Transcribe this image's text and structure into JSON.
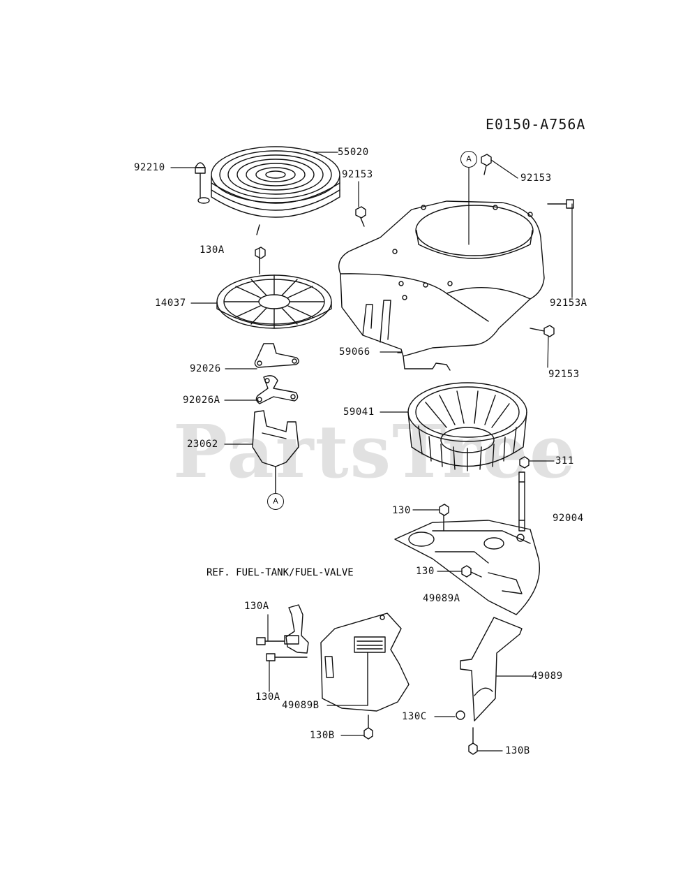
{
  "diagram_code": "E0150-A756A",
  "watermark": "PartsTree",
  "reference_note": "REF. FUEL-TANK/FUEL-VALVE",
  "callout_marker": "A",
  "parts": {
    "p92210": "92210",
    "p55020": "55020",
    "p92153_a": "92153",
    "p92153_b": "92153",
    "p130A_top": "130A",
    "p14037": "14037",
    "p92153A": "92153A",
    "p59066": "59066",
    "p92153_c": "92153",
    "p92026": "92026",
    "p92026A": "92026A",
    "p59041": "59041",
    "p23062": "23062",
    "p311": "311",
    "p130_a": "130",
    "p92004": "92004",
    "p130_b": "130",
    "p49089A": "49089A",
    "p130A_mid": "130A",
    "p130A_low": "130A",
    "p49089B": "49089B",
    "p49089": "49089",
    "p130C": "130C",
    "p130B_left": "130B",
    "p130B_right": "130B"
  }
}
